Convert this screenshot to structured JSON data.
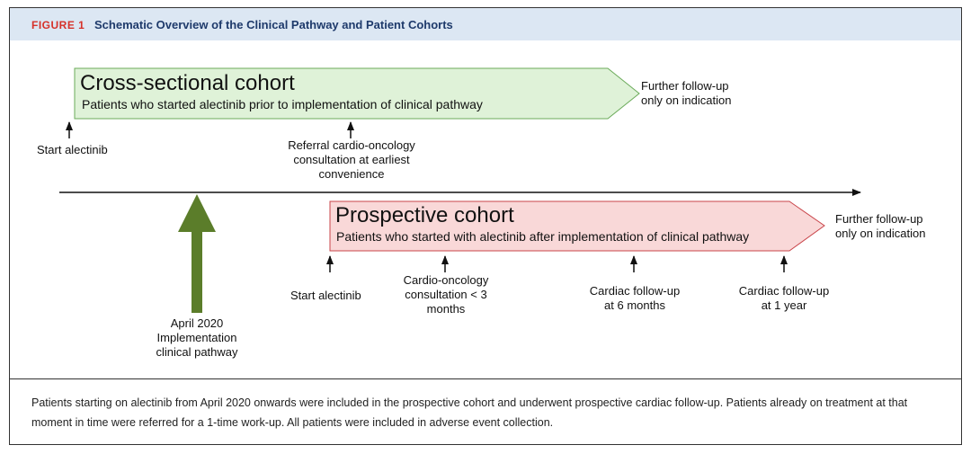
{
  "figure": {
    "label": "FIGURE 1",
    "title": "Schematic Overview of the Clinical Pathway and Patient Cohorts"
  },
  "cross_sectional": {
    "title": "Cross-sectional cohort",
    "subtitle": "Patients who started alectinib prior to implementation of clinical pathway",
    "start": "Start alectinib",
    "referral": [
      "Referral cardio-oncology",
      "consultation at earliest",
      "convenience"
    ],
    "further": [
      "Further follow-up",
      "only on indication"
    ]
  },
  "implementation": {
    "lines": [
      "April 2020",
      "Implementation",
      "clinical pathway"
    ]
  },
  "prospective": {
    "title": "Prospective cohort",
    "subtitle": "Patients who started with alectinib after implementation of clinical pathway",
    "start": "Start alectinib",
    "consultation": [
      "Cardio-oncology",
      "consultation < 3",
      "months"
    ],
    "followup_6": [
      "Cardiac follow-up",
      "at 6 months"
    ],
    "followup_1y": [
      "Cardiac follow-up",
      "at 1 year"
    ],
    "further": [
      "Further follow-up",
      "only on indication"
    ]
  },
  "caption": "Patients starting on alectinib from April 2020 onwards were included in the prospective cohort and underwent prospective cardiac follow-up. Patients already on treatment at that moment in time were referred for a 1-time work-up. All patients were included in adverse event collection.",
  "colors": {
    "header_bg": "#dce7f3",
    "label_red": "#d6312a",
    "title_navy": "#1e3a6b",
    "cross_fill": "#dff2d8",
    "cross_stroke": "#6bab5a",
    "pro_fill": "#f9d8d8",
    "pro_stroke": "#c9454a",
    "impl_arrow": "#5b7d2a"
  }
}
